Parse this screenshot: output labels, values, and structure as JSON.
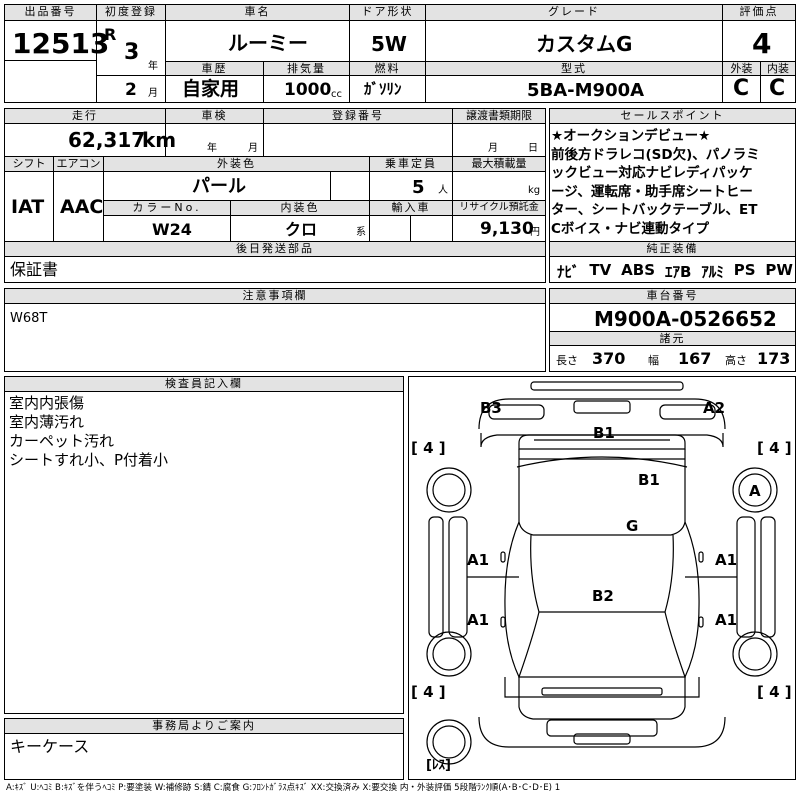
{
  "header": {
    "lot_label": "出品番号",
    "lot": "12513",
    "first_reg_label": "初度登録",
    "era": "R",
    "year": "3",
    "year_unit": "年",
    "month": "2",
    "month_unit": "月",
    "car_name_label": "車名",
    "car_name": "ルーミー",
    "door_label": "ドア形状",
    "door": "5W",
    "grade_label": "グレード",
    "grade": "カスタムG",
    "score_label": "評価点",
    "score": "4",
    "history_label": "車歴",
    "history": "自家用",
    "displacement_label": "排気量",
    "displacement": "1000",
    "displacement_unit": "cc",
    "fuel_label": "燃料",
    "fuel": "ｶﾞｿﾘﾝ",
    "model_label": "型式",
    "model": "5BA-M900A",
    "exterior_label": "外装",
    "exterior": "C",
    "interior_label": "内装",
    "interior": "C"
  },
  "row2": {
    "mileage_label": "走行",
    "mileage": "62,317",
    "mileage_unit": "km",
    "inspection_label": "車検",
    "insp_year_unit": "年",
    "insp_month_unit": "月",
    "reg_no_label": "登録番号",
    "transfer_label": "譲渡書類期限",
    "transfer_month": "月",
    "transfer_day": "日",
    "shift_label": "シフト",
    "shift": "IAT",
    "ac_label": "エアコン",
    "ac": "AAC",
    "exterior_color_label": "外装色",
    "exterior_color": "パール",
    "capacity_label": "乗車定員",
    "capacity": "5",
    "capacity_unit": "人",
    "max_load_label": "最大積載量",
    "max_load_unit": "kg",
    "color_no_label": "カラーNo.",
    "color_no": "W24",
    "interior_color_label": "内装色",
    "interior_color": "クロ",
    "interior_color_unit": "系",
    "import_label": "輸入車",
    "recycle_label": "リサイクル預託金",
    "recycle": "9,130",
    "recycle_unit": "円",
    "later_label": "後日発送部品",
    "later": "保証書"
  },
  "sales": {
    "label": "セールスポイント",
    "lines": [
      "★オークションデビュー★",
      "前後方ドラレコ(SD欠)、パノラミ",
      "ックビュー対応ナビレディパッケ",
      "ージ、運転席・助手席シートヒー",
      "ター、シートバックテーブル、ET",
      "Cボイス・ナビ連動タイプ"
    ]
  },
  "equipment": {
    "label": "純正装備",
    "items": [
      "ﾅﾋﾞ",
      "TV",
      "ABS",
      "ｴｱB",
      "ｱﾙﾐ",
      "PS",
      "PW"
    ]
  },
  "notes": {
    "label": "注意事項欄",
    "text": "W68T"
  },
  "chassis": {
    "label": "車台番号",
    "value": "M900A-0526652"
  },
  "specs": {
    "label": "諸元",
    "length_label": "長さ",
    "length": "370",
    "width_label": "幅",
    "width": "167",
    "height_label": "高さ",
    "height": "173"
  },
  "inspector": {
    "label": "検査員記入欄",
    "lines": [
      "室内内張傷",
      "室内薄汚れ",
      "カーペット汚れ",
      "シートすれ小、P付着小"
    ]
  },
  "office": {
    "label": "事務局よりご案内",
    "text": "キーケース"
  },
  "diagram": {
    "marks": {
      "b3": "B3",
      "a2": "A2",
      "b1_front": "B1",
      "b1_hood": "B1",
      "a_right": "A",
      "g": "G",
      "a1_fl": "A1",
      "a1_fr": "A1",
      "a1_rl": "A1",
      "a1_rr": "A1",
      "b2": "B2"
    },
    "tires": {
      "fl": "[ 4 ]",
      "fr": "[ 4 ]",
      "rl": "[ 4 ]",
      "rr": "[ 4 ]"
    },
    "spare": "[ﾚｽ]"
  },
  "legend": "A:ｷｽﾞ U:ﾍｺﾐ B:ｷｽﾞを伴うﾍｺﾐ P:要塗装 W:補修跡 S:錆 C:腐食 G:ﾌﾛﾝﾄｶﾞﾗｽ点ｷｽﾞ XX:交換済み X:要交換 内・外装評価 5段階ﾗﾝｸ順(A･B･C･D･E) 1"
}
